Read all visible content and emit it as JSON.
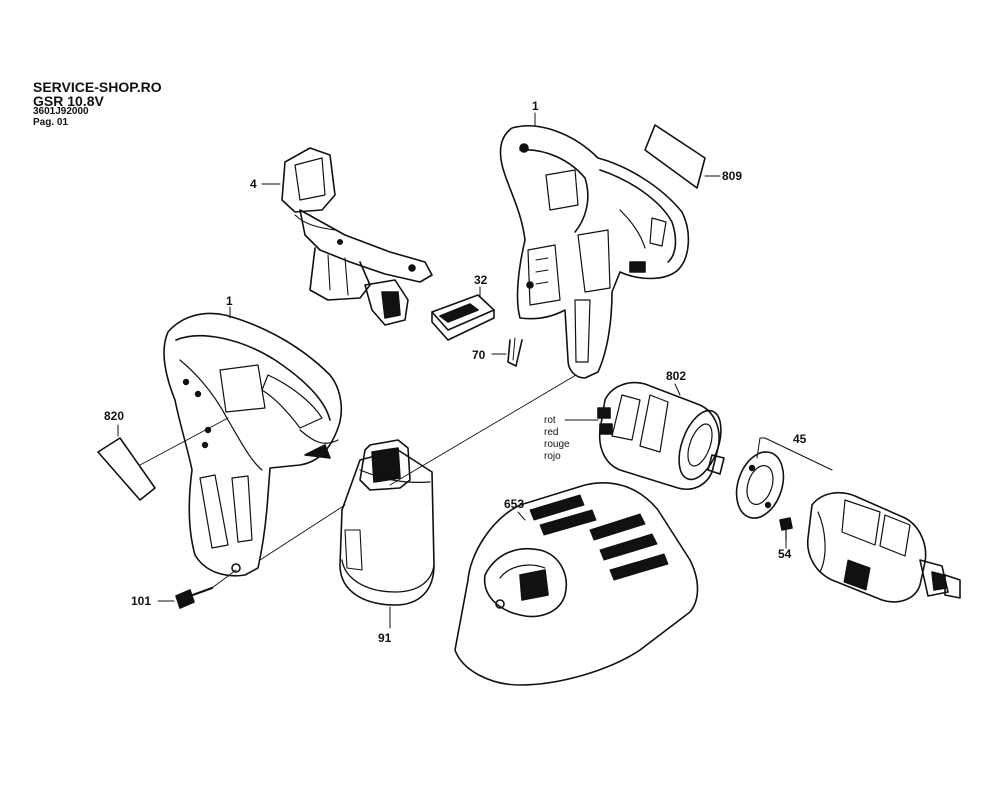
{
  "header": {
    "line1": "SERVICE-SHOP.RO",
    "line2": "GSR 10.8V",
    "line3": "3601J92000",
    "line4": "Pag. 01"
  },
  "labels": {
    "p1_top": "1",
    "p809": "809",
    "p4": "4",
    "p32": "32",
    "p70": "70",
    "p1_left": "1",
    "p820": "820",
    "p802": "802",
    "p45": "45",
    "p54": "54",
    "p653": "653",
    "p91": "91",
    "p101": "101"
  },
  "wire_note": [
    "rot",
    "red",
    "rouge",
    "rojo"
  ],
  "colors": {
    "line": "#111111",
    "fill": "#ffffff",
    "shade": "#8a8a8a",
    "dark": "#2a2a2a"
  }
}
